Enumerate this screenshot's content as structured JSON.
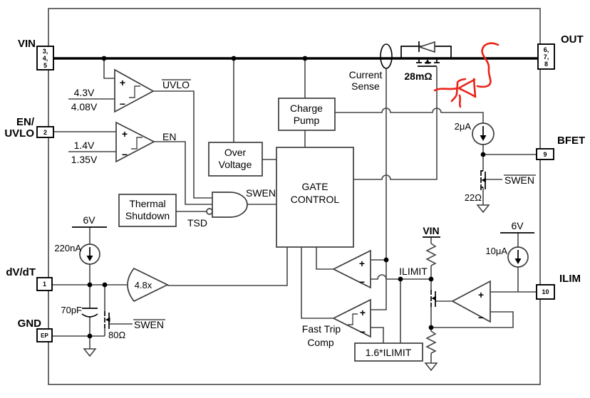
{
  "pins": {
    "vin": {
      "label": "VIN",
      "numbers": [
        "3,",
        "4,",
        "5"
      ]
    },
    "en_uvlo": {
      "label": [
        "EN/",
        "UVLO"
      ],
      "number": "2"
    },
    "dvdt": {
      "label": "dV/dT",
      "number": "1"
    },
    "gnd": {
      "label": "GND",
      "number": "EP"
    },
    "out": {
      "label": "OUT",
      "numbers": [
        "6,",
        "7,",
        "8"
      ]
    },
    "bfet": {
      "label": "BFET",
      "number": "9"
    },
    "ilim": {
      "label": "ILIM",
      "number": "10"
    }
  },
  "comparators": {
    "uvlo": {
      "threshold_high": "4.3V",
      "threshold_low": "4.08V",
      "output_label": "UVLO"
    },
    "enable": {
      "threshold_high": "1.4V",
      "threshold_low": "1.35V",
      "output_label": "EN"
    },
    "fast_trip": {
      "label": [
        "Fast Trip",
        "Comp"
      ]
    }
  },
  "blocks": {
    "charge_pump": {
      "label": [
        "Charge",
        "Pump"
      ]
    },
    "over_voltage": {
      "label": [
        "Over",
        "Voltage"
      ]
    },
    "thermal_shutdown": {
      "label": [
        "Thermal",
        "Shutdown"
      ]
    },
    "gate_control": {
      "label": [
        "GATE",
        "CONTROL"
      ]
    },
    "ilimit_reference": {
      "label": "1.6*ILIMIT"
    }
  },
  "labels": {
    "tsd": "TSD",
    "swen": "SWEN",
    "swen_bar_bfet": "SWEN",
    "swen_bar_dvdt": "SWEN",
    "ilimit": "ILIMIT",
    "current_sense": [
      "Current",
      "Sense"
    ],
    "vin_supply": "VIN",
    "supply_6v_left": "6V",
    "supply_6v_right": "6V",
    "plus": "+",
    "minus": "−"
  },
  "components": {
    "pass_fet_resistance": "28mΩ",
    "bfet_fet_resistance": "22Ω",
    "dvdt_fet_resistance": "80Ω",
    "dvdt_capacitor": "70pF",
    "dvdt_current_source": "220nA",
    "bfet_current_source": "2μA",
    "ilim_current_source": "10μA",
    "dvdt_amplifier_gain": "4.8x"
  },
  "colors": {
    "wire": "#47474a",
    "rail": "#000000",
    "text": "#000000",
    "annotation_red": "#ea2318",
    "background": "#ffffff"
  }
}
